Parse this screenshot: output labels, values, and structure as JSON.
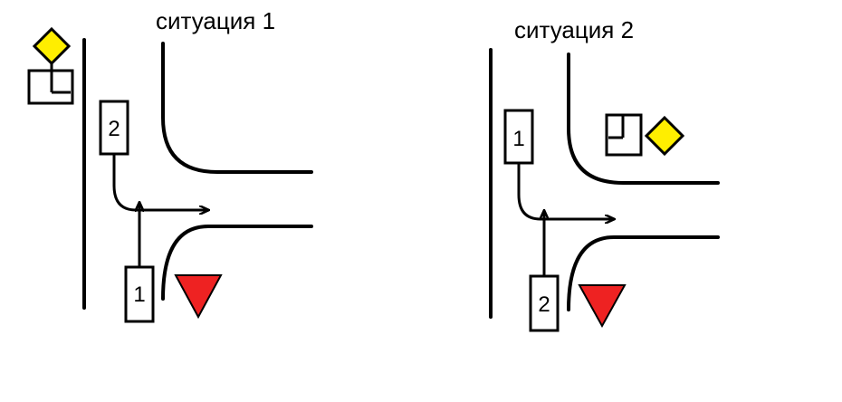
{
  "scenes": [
    {
      "title": "ситуация 1",
      "cars": [
        {
          "label": "1",
          "role": "bottom"
        },
        {
          "label": "2",
          "role": "top"
        }
      ],
      "main_road_sign": {
        "shape": "diamond",
        "color": "#ffee00",
        "plate_icon": "road-layout-plate-icon"
      },
      "give_way_sign": {
        "shape": "inverted-triangle",
        "color": "#ee2222"
      }
    },
    {
      "title": "ситуация 2",
      "cars": [
        {
          "label": "1",
          "role": "top"
        },
        {
          "label": "2",
          "role": "bottom"
        }
      ],
      "main_road_sign": {
        "shape": "diamond",
        "color": "#ffee00",
        "plate_icon": "road-layout-plate-icon"
      },
      "give_way_sign": {
        "shape": "inverted-triangle",
        "color": "#ee2222"
      }
    }
  ]
}
